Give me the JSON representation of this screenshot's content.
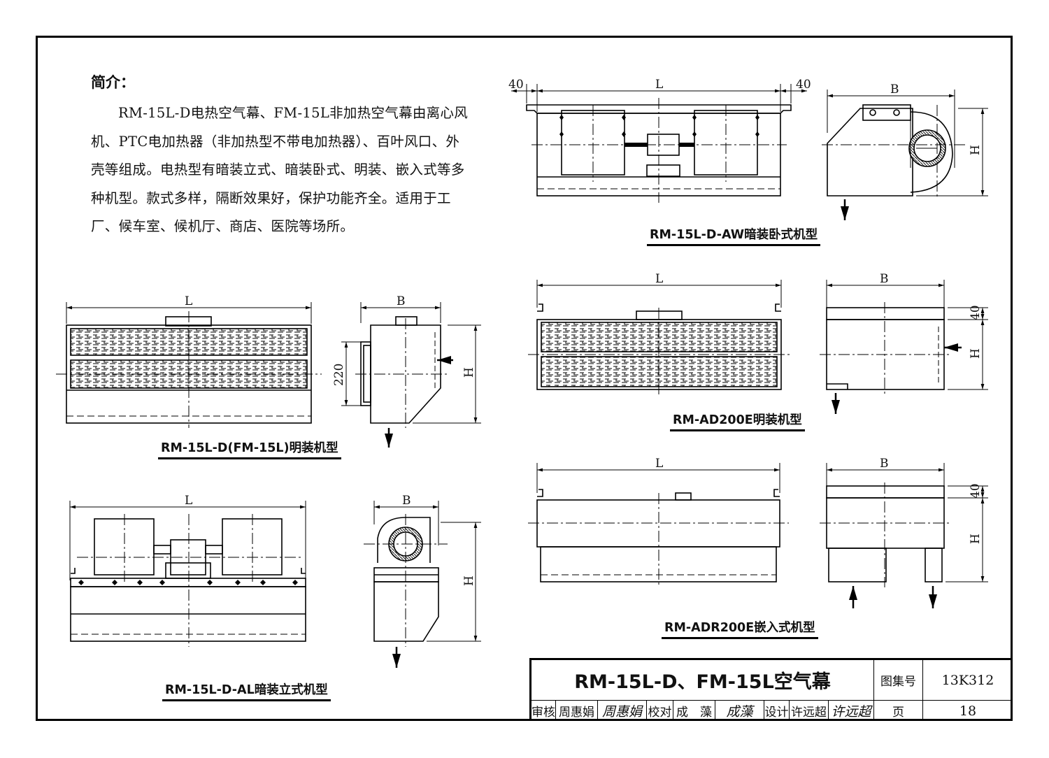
{
  "intro": {
    "title": "简介：",
    "body": "RM-15L-D电热空气幕、FM-15L非加热空气幕由离心风机、PTC电加热器（非加热型不带电加热器）、百叶风口、外壳等组成。电热型有暗装立式、暗装卧式、明装、嵌入式等多种机型。款式多样，隔断效果好，保护功能齐全。适用于工厂、候车室、候机厅、商店、医院等场所。"
  },
  "captions": {
    "aw": "RM-15L-D-AW暗装卧式机型",
    "rm15_exposed": "RM-15L-D(FM-15L)明装机型",
    "ad200e": "RM-AD200E明装机型",
    "al": "RM-15L-D-AL暗装立式机型",
    "adr200e": "RM-ADR200E嵌入式机型"
  },
  "dims": {
    "L": "L",
    "B": "B",
    "H": "H",
    "d40": "40",
    "d220": "220"
  },
  "title_block": {
    "title": "RM-15L-D、FM-15L空气幕",
    "atlas_label": "图集号",
    "atlas_no": "13K312",
    "page_label": "页",
    "page_no": "18",
    "review_label": "审核",
    "review_name": "周惠娟",
    "review_sign": "周惠娟",
    "check_label": "校对",
    "check_name": "成　藻",
    "check_sign": "成藻",
    "design_label": "设计",
    "design_name": "许远超",
    "design_sign": "许远超"
  }
}
